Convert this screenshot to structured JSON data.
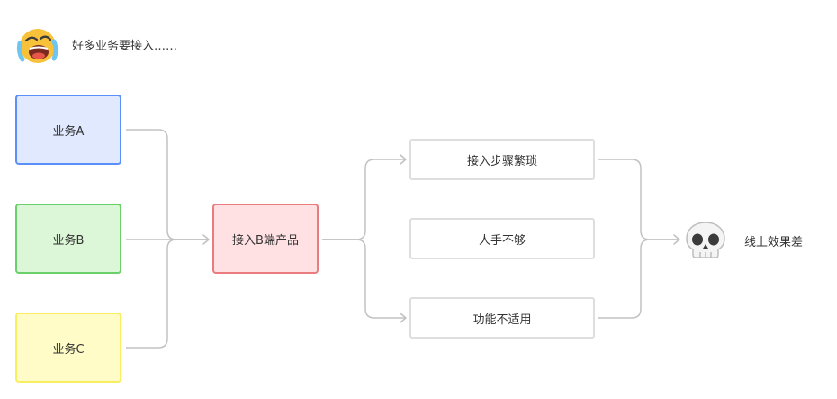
{
  "header": {
    "text": "好多业务要接入……",
    "icon": "crying-face-icon"
  },
  "businesses": [
    {
      "label": "业务A",
      "fill": "#e1e9ff",
      "border": "#5b8ff9"
    },
    {
      "label": "业务B",
      "fill": "#dcf7d7",
      "border": "#6bd06a"
    },
    {
      "label": "业务C",
      "fill": "#fffcc8",
      "border": "#f7ef5f"
    }
  ],
  "product": {
    "label": "接入B端产品",
    "fill": "#ffe0e3",
    "border": "#ea7b7f"
  },
  "issues": [
    {
      "label": "接入步骤繁琐"
    },
    {
      "label": "人手不够"
    },
    {
      "label": "功能不适用"
    }
  ],
  "result": {
    "label": "线上效果差",
    "icon": "skull-icon"
  },
  "colors": {
    "connector": "#c2c2c2",
    "issue_border": "#dedede"
  }
}
